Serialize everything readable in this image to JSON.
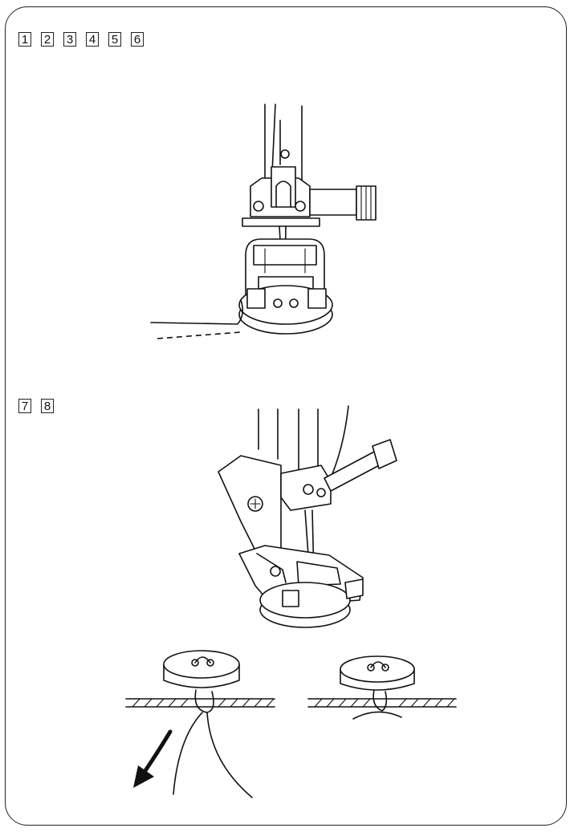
{
  "section_a": {
    "steps": [
      "1",
      "2",
      "3",
      "4",
      "5",
      "6"
    ]
  },
  "section_b": {
    "steps": [
      "7",
      "8"
    ]
  },
  "icons": [
    "button-sewing-foot-front-view-icon",
    "button-sewing-foot-angled-view-icon",
    "thread-pull-arrow-icon"
  ]
}
